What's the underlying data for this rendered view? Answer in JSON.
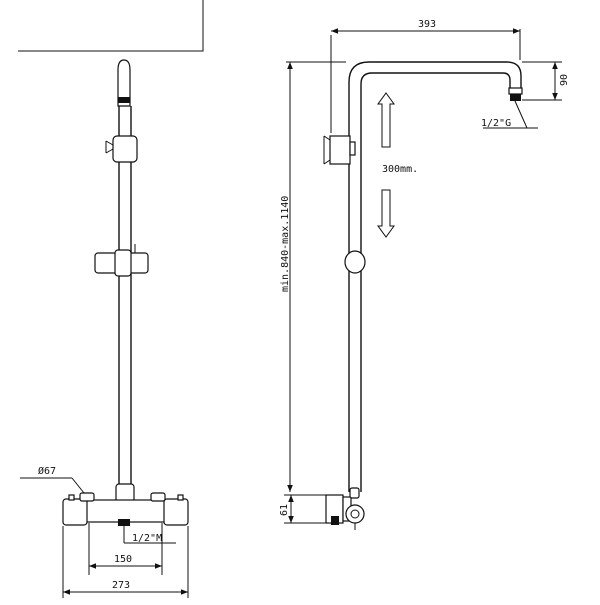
{
  "front_view": {
    "dimensions": {
      "diameter": "Ø67",
      "thread": "1/2\"M",
      "spacing": "150",
      "width": "273"
    }
  },
  "side_view": {
    "dimensions": {
      "arm_length": "393",
      "arm_drop": "90",
      "head_thread": "1/2\"G",
      "adjust": "300mm.",
      "height_range": "min.840-max.1140",
      "valve_height": "61"
    }
  }
}
